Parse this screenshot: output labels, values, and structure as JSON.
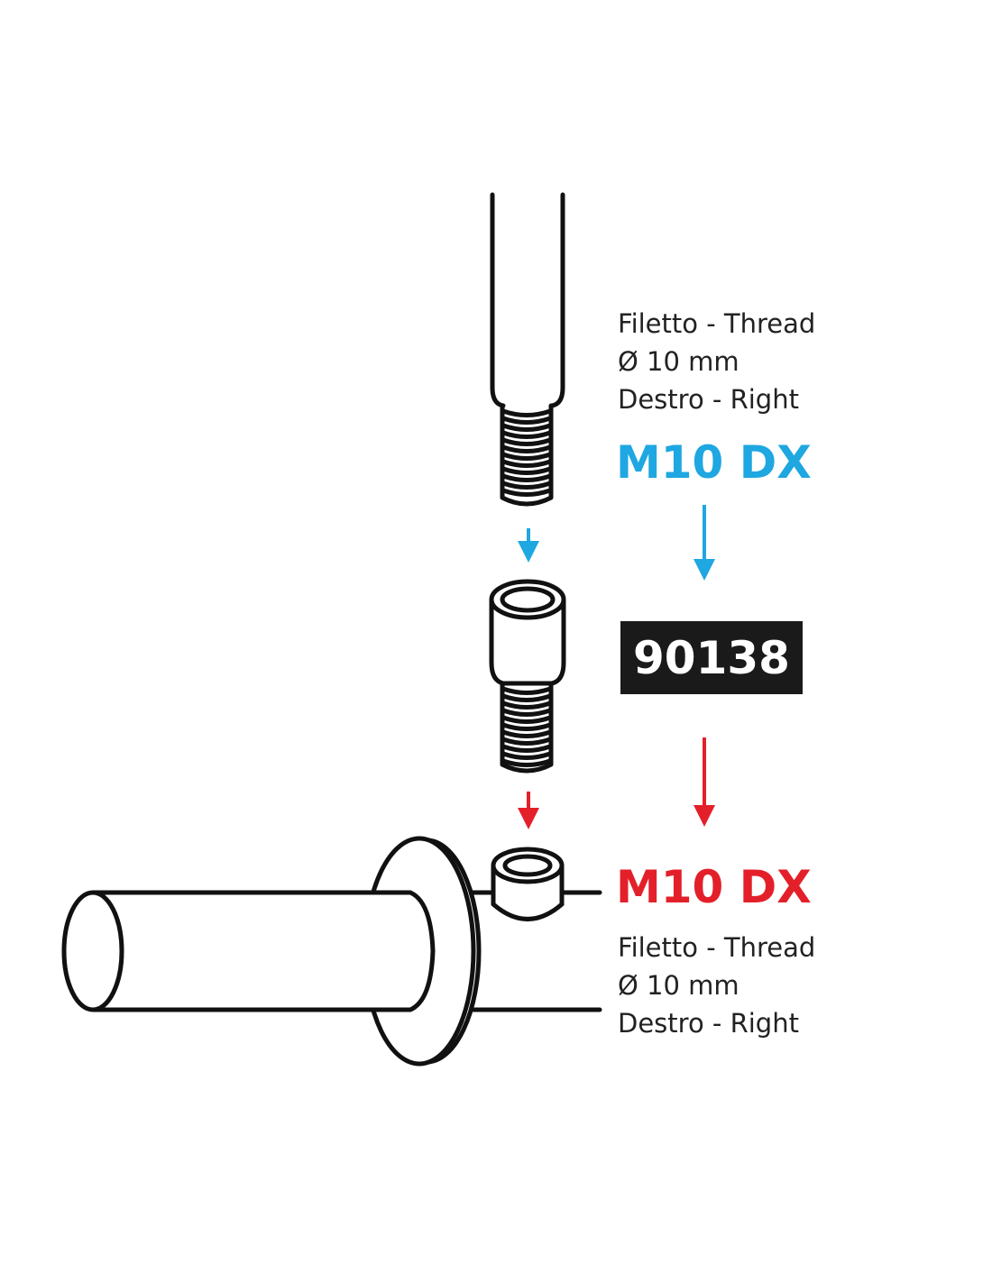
{
  "colors": {
    "top_accent": "#1ea7e1",
    "bottom_accent": "#e3202a",
    "part_box": "#1a1a1a"
  },
  "top_spec": {
    "line1": "Filetto - Thread",
    "line2": "Ø 10 mm",
    "line3": "Destro - Right",
    "code": "M10 DX"
  },
  "part_number": "90138",
  "bottom_spec": {
    "code": "M10 DX",
    "line1": "Filetto - Thread",
    "line2": "Ø 10 mm",
    "line3": "Destro - Right"
  }
}
